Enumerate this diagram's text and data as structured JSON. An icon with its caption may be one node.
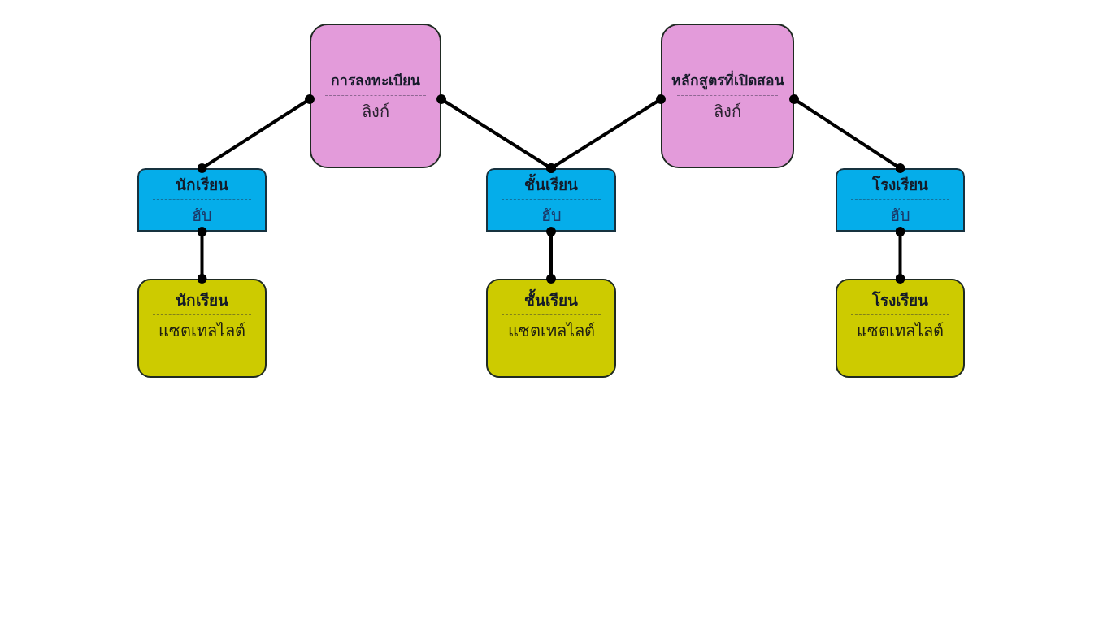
{
  "diagram": {
    "nodes": [
      {
        "text": [
          "การลงทะเบียน",
          "ลิงก์"
        ]
      },
      {
        "text": [
          "หลักสูตรที่เปิดสอน",
          "ลิงก์"
        ]
      },
      {
        "text": [
          "นักเรียน",
          "ฮับ"
        ]
      },
      {
        "text": [
          "ชั้นเรียน",
          "ฮับ"
        ]
      },
      {
        "text": [
          "โรงเรียน",
          "ฮับ"
        ]
      },
      {
        "text": [
          "นักเรียน",
          "แซตเทลไลต์"
        ]
      },
      {
        "text": [
          "ชั้นเรียน",
          "แซตเทลไลต์"
        ]
      },
      {
        "text": [
          "โรงเรียน",
          "แซตเทลไลต์"
        ]
      }
    ],
    "edges": [
      {
        "from": 0,
        "to": 2,
        "arrow": "other"
      },
      {
        "from": 0,
        "to": 3,
        "arrow": "other"
      },
      {
        "from": 1,
        "to": 3,
        "arrow": "other"
      },
      {
        "from": 1,
        "to": 4,
        "arrow": "other"
      },
      {
        "from": 2,
        "to": 5,
        "arrow": "other"
      },
      {
        "from": 3,
        "to": 6,
        "arrow": "other"
      },
      {
        "from": 4,
        "to": 7,
        "arrow": "other"
      }
    ]
  }
}
